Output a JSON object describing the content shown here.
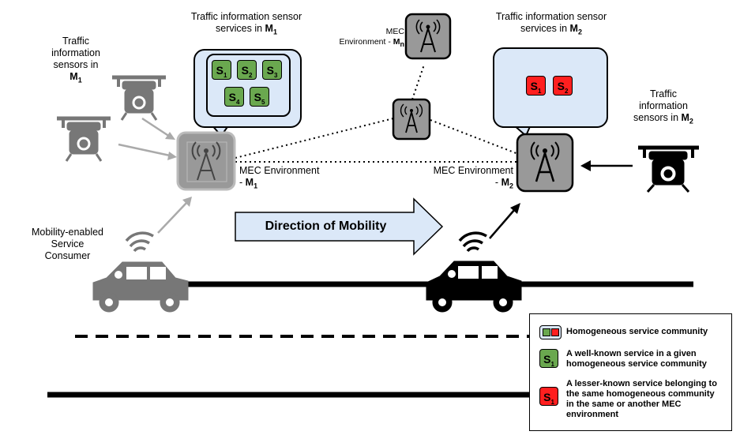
{
  "titles": {
    "m1_services_line1": "Traffic information sensor",
    "m1_services_line2": "services in ",
    "m1_services_sub": "M",
    "m1_services_idx": "1",
    "m2_services_line1": "Traffic information sensor",
    "m2_services_line2": "services in ",
    "m2_services_sub": "M",
    "m2_services_idx": "2"
  },
  "left_sensors": {
    "line1": "Traffic",
    "line2": "information",
    "line3": "sensors in",
    "m": "M",
    "idx": "1"
  },
  "right_sensors": {
    "line1": "Traffic",
    "line2": "information",
    "line3": "sensors in ",
    "m": "M",
    "idx": "2"
  },
  "mec_n": {
    "line1": "MEC",
    "line2": "Environment - ",
    "m": "M",
    "idx": "n"
  },
  "mec_1": {
    "line1": "MEC Environment",
    "line2": "- ",
    "m": "M",
    "idx": "1"
  },
  "mec_2": {
    "line1": "MEC Environment",
    "line2": "- ",
    "m": "M",
    "idx": "2"
  },
  "consumer": {
    "line1": "Mobility-enabled",
    "line2": "Service",
    "line3": "Consumer"
  },
  "direction": "Direction of Mobility",
  "services_m1": [
    {
      "s": "S",
      "i": "1"
    },
    {
      "s": "S",
      "i": "2"
    },
    {
      "s": "S",
      "i": "3"
    },
    {
      "s": "S",
      "i": "4"
    },
    {
      "s": "S",
      "i": "5"
    }
  ],
  "services_m2": [
    {
      "s": "S",
      "i": "1"
    },
    {
      "s": "S",
      "i": "2"
    }
  ],
  "legend": {
    "homogeneous": "Homogeneous service community",
    "well_known_sym": "S",
    "well_known_idx": "1",
    "well_known": "A well-known service in a given homogeneous service community",
    "lesser_known_sym": "S",
    "lesser_known_idx": "1",
    "lesser_known": "A lesser-known service belonging to the same homogeneous community in the same or another MEC environment"
  },
  "colors": {
    "bubble": "#dbe8f8",
    "well_known": "#6aa84f",
    "lesser_known": "#ff1f1f",
    "arrow_fill": "#dbe8f8"
  }
}
